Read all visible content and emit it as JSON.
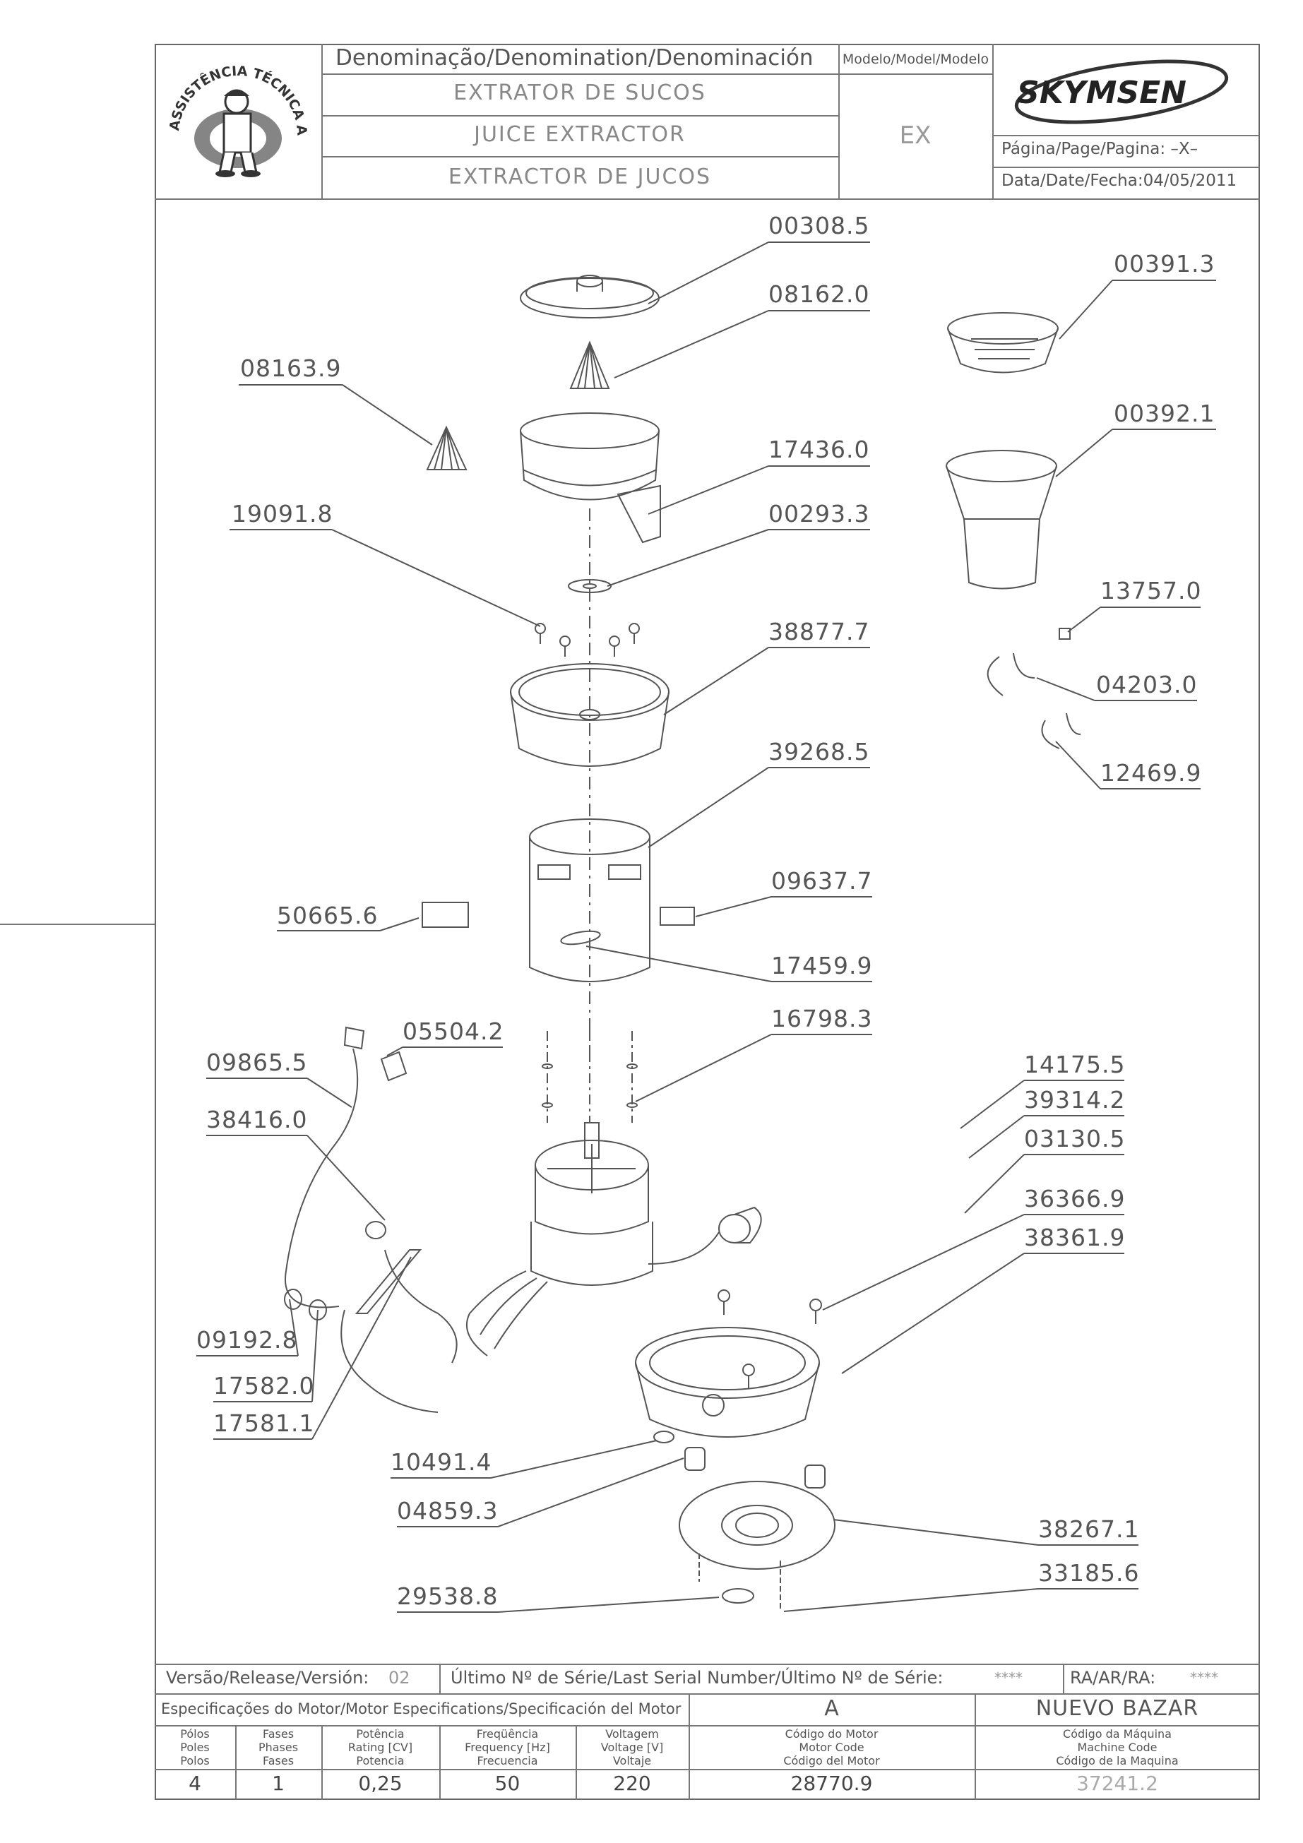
{
  "header": {
    "denomination_label": "Denominação/Denomination/Denominación",
    "name_pt": "EXTRATOR DE SUCOS",
    "name_en": "JUICE EXTRACTOR",
    "name_es": "EXTRACTOR DE JUCOS",
    "model_label": "Modelo/Model/Modelo",
    "model_value": "EX",
    "brand": "SKYMSEN",
    "page_label": "Página/Page/Pagina: –X–",
    "date_label": "Data/Date/Fecha:04/05/2011",
    "logo_text": "ASSISTÊNCIA TÉCNICA AUTORIZADA"
  },
  "parts": [
    "00308.5",
    "08162.0",
    "00391.3",
    "08163.9",
    "00392.1",
    "17436.0",
    "19091.8",
    "00293.3",
    "13757.0",
    "38877.7",
    "04203.0",
    "39268.5",
    "12469.9",
    "09637.7",
    "50665.6",
    "17459.9",
    "16798.3",
    "05504.2",
    "09865.5",
    "14175.5",
    "39314.2",
    "38416.0",
    "03130.5",
    "36366.9",
    "38361.9",
    "09192.8",
    "17582.0",
    "17581.1",
    "10491.4",
    "04859.3",
    "38267.1",
    "33185.6",
    "29538.8"
  ],
  "footer": {
    "version_label": "Versão/Release/Versión:",
    "version_value": "02",
    "serial_label": "Último Nº de Série/Last Serial Number/Último Nº de Série:",
    "serial_value": "****",
    "ra_label": "RA/AR/RA:",
    "ra_value": "****",
    "motor_spec_label": "Especificações do Motor/Motor Especifications/Specificación del Motor",
    "motor_letter": "A",
    "machine_name": "NUEVO BAZAR",
    "columns": [
      {
        "head": "Pólos\nPoles\nPolos",
        "value": "4"
      },
      {
        "head": "Fases\nPhases\nFases",
        "value": "1"
      },
      {
        "head": "Potência\nRating [CV]\nPotencia",
        "value": "0,25"
      },
      {
        "head": "Freqüência\nFrequency [Hz]\nFrecuencia",
        "value": "50"
      },
      {
        "head": "Voltagem\nVoltage [V]\nVoltaje",
        "value": "220"
      },
      {
        "head": "Código do Motor\nMotor Code\nCódigo del Motor",
        "value": "28770.9"
      },
      {
        "head": "Código da Máquina\nMachine Code\nCódigo de la Maquina",
        "value": "37241.2"
      }
    ]
  },
  "colors": {
    "line": "#666666",
    "text": "#555555",
    "faded": "#9a9a9a"
  }
}
